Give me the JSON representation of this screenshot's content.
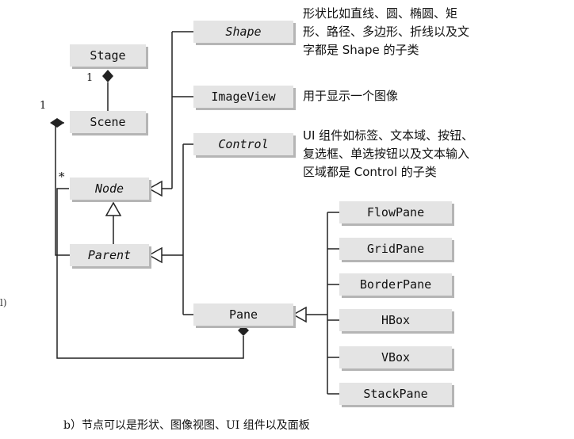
{
  "classes": {
    "stage": "Stage",
    "scene": "Scene",
    "node": "Node",
    "parent": "Parent",
    "shape": "Shape",
    "imageview": "ImageView",
    "control": "Control",
    "pane": "Pane",
    "flowpane": "FlowPane",
    "gridpane": "GridPane",
    "borderpane": "BorderPane",
    "hbox": "HBox",
    "vbox": "VBox",
    "stackpane": "StackPane"
  },
  "multiplicity": {
    "stage_scene": "1",
    "scene_parent": "1",
    "pane_node": "*"
  },
  "notes": {
    "shape": [
      "形状比如直线、圆、椭圆、矩",
      "形、路径、多边形、折线以及文",
      "字都是 Shape 的子类"
    ],
    "imageview": [
      "用于显示一个图像"
    ],
    "control": [
      "UI 组件如标签、文本域、按钮、",
      "复选框、单选按钮以及文本输入",
      "区域都是 Control 的子类"
    ]
  },
  "caption": "b）节点可以是形状、图像视图、UI 组件以及面板",
  "edge_fragment": "l)"
}
